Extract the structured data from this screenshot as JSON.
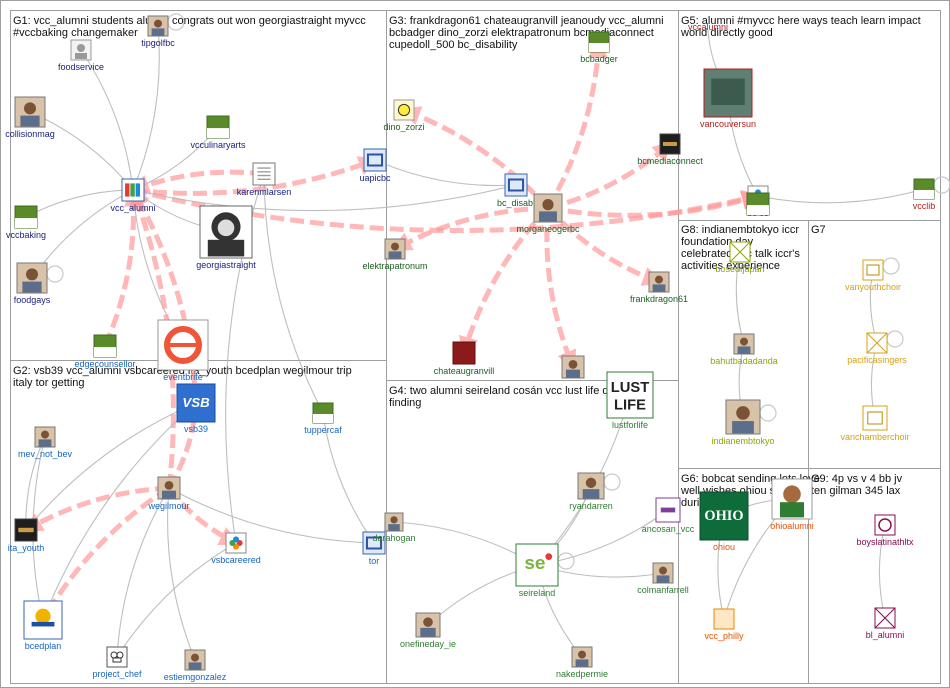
{
  "colors": {
    "g1": "#1a237e",
    "g2": "#1565c0",
    "g3": "#1b5e20",
    "g4": "#2e7d32",
    "g5": "#b71c1c",
    "g6": "#e65100",
    "g7": "#d4a017",
    "g8": "#8aa800",
    "g9": "#880e4f",
    "edge": "#b8b8b8",
    "strong_edge": "#ff9a9a",
    "frame": "#9e9e9e"
  },
  "groups": [
    {
      "id": "G1",
      "title_lines": [
        "G1: vcc_alumni students alumni congrats out won georgiastraight myvcc",
        "#vccbaking changemaker"
      ]
    },
    {
      "id": "G2",
      "title_lines": [
        "G2: vsb39 vcc_alumni vsbcareered ita_youth bcedplan wegilmour trip",
        "italy tor getting"
      ]
    },
    {
      "id": "G3",
      "title_lines": [
        "G3: frankdragon61 chateaugranvill jeanoudy vcc_alumni",
        "bcbadger dino_zorzi elektrapatronum bcmediaconnect",
        "cupedoll_500 bc_disability"
      ]
    },
    {
      "id": "G4",
      "title_lines": [
        "G4: two alumni seireland cosán vcc lust life day away",
        "finding"
      ]
    },
    {
      "id": "G5",
      "title_lines": [
        "G5: alumni #myvcc here ways teach learn impact",
        "world directly good"
      ]
    },
    {
      "id": "G6",
      "title_lines": [
        "G6: bobcat sending lots love",
        "well wishes ohiou students",
        "during finals"
      ]
    },
    {
      "id": "G7",
      "title_lines": [
        "G7"
      ]
    },
    {
      "id": "G8",
      "title_lines": [
        "G8: indianembtokyo iccr",
        "foundation day",
        "celebrated vcc talk iccr's",
        "activities experience"
      ]
    },
    {
      "id": "G9",
      "title_lines": [
        "G9: 4p vs v 4 bb jv",
        "ten gilman 345 lax"
      ]
    }
  ],
  "nodes": [
    {
      "id": "tipgolfbc",
      "label": "tipgolfbc",
      "group": "g1",
      "icon": "person-photo"
    },
    {
      "id": "foodservice",
      "label": "foodservice",
      "group": "g1",
      "icon": "person-silhouette"
    },
    {
      "id": "collisionmag",
      "label": "collisionmag",
      "group": "g1",
      "icon": "person-photo"
    },
    {
      "id": "vcculinaryarts",
      "label": "vcculinaryarts",
      "group": "g1",
      "icon": "logo-green"
    },
    {
      "id": "karenmlarsen",
      "label": "karenmlarsen",
      "group": "g1",
      "icon": "document"
    },
    {
      "id": "vcc_alumni",
      "label": "vcc_alumni",
      "group": "g1",
      "icon": "vcc-logo"
    },
    {
      "id": "vccbaking",
      "label": "vccbaking",
      "group": "g1",
      "icon": "logo-green"
    },
    {
      "id": "georgiastraight",
      "label": "georgiastraight",
      "group": "g1",
      "icon": "woodcut-portrait"
    },
    {
      "id": "foodgays",
      "label": "foodgays",
      "group": "g1",
      "icon": "person-photo"
    },
    {
      "id": "uapicbc",
      "label": "uapicbc",
      "group": "g1",
      "icon": "logo-blue"
    },
    {
      "id": "edgecounsellor",
      "label": "edgecounsellor",
      "group": "g2",
      "icon": "logo-green"
    },
    {
      "id": "eventbrite",
      "label": "eventbrite",
      "group": "g2",
      "icon": "eventbrite-e"
    },
    {
      "id": "vsb39",
      "label": "vsb39",
      "group": "g2",
      "icon": "vsb-logo"
    },
    {
      "id": "mev_not_bev",
      "label": "mev_not_bev",
      "group": "g2",
      "icon": "person-photo"
    },
    {
      "id": "tuppercaf",
      "label": "tuppercaf",
      "group": "g2",
      "icon": "logo-green"
    },
    {
      "id": "ita_youth",
      "label": "ita_youth",
      "group": "g2",
      "icon": "logo-dark"
    },
    {
      "id": "wegilmour",
      "label": "wegilmour",
      "group": "g2",
      "icon": "person-photo"
    },
    {
      "id": "vsbcareered",
      "label": "vsbcareered",
      "group": "g2",
      "icon": "colorful-logo"
    },
    {
      "id": "tor",
      "label": "tor",
      "group": "g2",
      "icon": "logo-blue"
    },
    {
      "id": "bcedplan",
      "label": "bcedplan",
      "group": "g2",
      "icon": "bc-logo"
    },
    {
      "id": "project_chef",
      "label": "project_chef",
      "group": "g2",
      "icon": "chef-hat"
    },
    {
      "id": "estiemgonzalez",
      "label": "estiemgonzalez",
      "group": "g2",
      "icon": "person-photo"
    },
    {
      "id": "dino_zorzi",
      "label": "dino_zorzi",
      "group": "g3",
      "icon": "cartoon"
    },
    {
      "id": "bcbadger",
      "label": "bcbadger",
      "group": "g3",
      "icon": "logo-green"
    },
    {
      "id": "bcmediaconnect",
      "label": "bcmediaconnect",
      "group": "g3",
      "icon": "logo-dark"
    },
    {
      "id": "bc_disability",
      "label": "bc_disabi",
      "group": "g3",
      "icon": "logo-blue"
    },
    {
      "id": "morganeogerbc",
      "label": "morganeogerbc",
      "group": "g3",
      "icon": "person-photo"
    },
    {
      "id": "elektrapatronum",
      "label": "elektrapatronum",
      "group": "g3",
      "icon": "person-photo"
    },
    {
      "id": "frankdragon61",
      "label": "frankdragon61",
      "group": "g3",
      "icon": "person-photo"
    },
    {
      "id": "chateaugranvill",
      "label": "chateaugranvill",
      "group": "g3",
      "icon": "logo-red"
    },
    {
      "id": "cupedoll",
      "label": "",
      "group": "g3",
      "icon": "person-photo"
    },
    {
      "id": "lustforlife",
      "label": "lustforlife",
      "group": "g4",
      "icon": "lust-life"
    },
    {
      "id": "ryandarren",
      "label": "ryandarren",
      "group": "g4",
      "icon": "person-photo"
    },
    {
      "id": "ancosan_vcc",
      "label": "ancosan_vcc",
      "group": "g4",
      "icon": "logo-purple"
    },
    {
      "id": "darahogan",
      "label": "darahogan",
      "group": "g4",
      "icon": "person-photo"
    },
    {
      "id": "seireland",
      "label": "seireland",
      "group": "g4",
      "icon": "se-logo"
    },
    {
      "id": "colmanfarrell",
      "label": "colmanfarrell",
      "group": "g4",
      "icon": "person-photo"
    },
    {
      "id": "onefineday_ie",
      "label": "onefineday_ie",
      "group": "g4",
      "icon": "person-photo"
    },
    {
      "id": "nakedpermie",
      "label": "nakedpermie",
      "group": "g4",
      "icon": "person-photo"
    },
    {
      "id": "vccalumni_g5",
      "label": "vccalumni",
      "group": "g5",
      "icon": "none"
    },
    {
      "id": "vancouversun",
      "label": "vancouversun",
      "group": "g5",
      "icon": "newspaper"
    },
    {
      "id": "bcjobs",
      "label": "bc    es",
      "group": "g5",
      "icon": "colorful-logo"
    },
    {
      "id": "vcclib",
      "label": "vcclib",
      "group": "g5",
      "icon": "logo-green"
    },
    {
      "id": "vcc_building",
      "label": "",
      "group": "g5",
      "icon": "logo-green"
    },
    {
      "id": "ohiou",
      "label": "ohiou",
      "group": "g6",
      "icon": "ohio-logo"
    },
    {
      "id": "ohioalumni",
      "label": "ohioalumni",
      "group": "g6",
      "icon": "mascot"
    },
    {
      "id": "vcc_philly",
      "label": "vcc_philly",
      "group": "g6",
      "icon": "logo-orange"
    },
    {
      "id": "vanyouthchoir",
      "label": "vanyouthchoir",
      "group": "g7",
      "icon": "choir"
    },
    {
      "id": "pacificasingers",
      "label": "pacificasingers",
      "group": "g7",
      "icon": "broken"
    },
    {
      "id": "vanchamberchoir",
      "label": "vanchamberchoir",
      "group": "g7",
      "icon": "choir"
    },
    {
      "id": "boseofjapan",
      "label": "boseofjapan",
      "group": "g8",
      "icon": "broken"
    },
    {
      "id": "bahutbadadanda",
      "label": "bahutbadadanda",
      "group": "g8",
      "icon": "person-photo"
    },
    {
      "id": "indianembtokyo",
      "label": "indianembtokyo",
      "group": "g8",
      "icon": "person-photo"
    },
    {
      "id": "boyslatinathltx",
      "label": "boyslatinathltx",
      "group": "g9",
      "icon": "crest"
    },
    {
      "id": "bl_alumni",
      "label": "bl_alumni",
      "group": "g9",
      "icon": "broken"
    }
  ],
  "edges": [
    {
      "from": "vcc_alumni",
      "to": "georgiastraight",
      "strong": false
    },
    {
      "from": "vcc_alumni",
      "to": "foodservice",
      "strong": false
    },
    {
      "from": "vcc_alumni",
      "to": "collisionmag",
      "strong": false
    },
    {
      "from": "vcc_alumni",
      "to": "vcculinaryarts",
      "strong": false
    },
    {
      "from": "vcc_alumni",
      "to": "vccbaking",
      "strong": false
    },
    {
      "from": "vcc_alumni",
      "to": "foodgays",
      "strong": false
    },
    {
      "from": "vcc_alumni",
      "to": "tipgolfbc",
      "strong": false
    },
    {
      "from": "vcc_alumni",
      "to": "eventbrite",
      "strong": false
    },
    {
      "from": "karenmlarsen",
      "to": "vcc_alumni",
      "strong": true
    },
    {
      "from": "vcc_alumni",
      "to": "uapicbc",
      "strong": true
    },
    {
      "from": "vcc_alumni",
      "to": "bcjobs",
      "strong": true
    },
    {
      "from": "vcc_alumni",
      "to": "bc_disability",
      "strong": false
    },
    {
      "from": "wegilmour",
      "to": "vcc_alumni",
      "strong": true
    },
    {
      "from": "vsb39",
      "to": "vcc_alumni",
      "strong": true
    },
    {
      "from": "edgecounsellor",
      "to": "vcc_alumni",
      "strong": true
    },
    {
      "from": "karenmlarsen",
      "to": "vsbcareered",
      "strong": false
    },
    {
      "from": "karenmlarsen",
      "to": "tuppercaf",
      "strong": false
    },
    {
      "from": "wegilmour",
      "to": "vsb39",
      "strong": true
    },
    {
      "from": "wegilmour",
      "to": "ita_youth",
      "strong": true
    },
    {
      "from": "wegilmour",
      "to": "vsbcareered",
      "strong": true
    },
    {
      "from": "wegilmour",
      "to": "bcedplan",
      "strong": true
    },
    {
      "from": "wegilmour",
      "to": "tor",
      "strong": false
    },
    {
      "from": "wegilmour",
      "to": "project_chef",
      "strong": false
    },
    {
      "from": "wegilmour",
      "to": "estiemgonzalez",
      "strong": false
    },
    {
      "from": "vsb39",
      "to": "bcedplan",
      "strong": false
    },
    {
      "from": "vsb39",
      "to": "ita_youth",
      "strong": false
    },
    {
      "from": "mev_not_bev",
      "to": "ita_youth",
      "strong": false
    },
    {
      "from": "mev_not_bev",
      "to": "bcedplan",
      "strong": false
    },
    {
      "from": "tuppercaf",
      "to": "tor",
      "strong": false
    },
    {
      "from": "vsbcareered",
      "to": "project_chef",
      "strong": false
    },
    {
      "from": "morganeogerbc",
      "to": "dino_zorzi",
      "strong": true
    },
    {
      "from": "morganeogerbc",
      "to": "bcbadger",
      "strong": true
    },
    {
      "from": "morganeogerbc",
      "to": "bcmediaconnect",
      "strong": true
    },
    {
      "from": "morganeogerbc",
      "to": "frankdragon61",
      "strong": true
    },
    {
      "from": "morganeogerbc",
      "to": "elektrapatronum",
      "strong": true
    },
    {
      "from": "morganeogerbc",
      "to": "chateaugranvill",
      "strong": true
    },
    {
      "from": "morganeogerbc",
      "to": "cupedoll",
      "strong": true
    },
    {
      "from": "morganeogerbc",
      "to": "bcjobs",
      "strong": true
    },
    {
      "from": "uapicbc",
      "to": "bc_disability",
      "strong": false
    },
    {
      "from": "seireland",
      "to": "darahogan",
      "strong": false
    },
    {
      "from": "seireland",
      "to": "ryandarren",
      "strong": false
    },
    {
      "from": "seireland",
      "to": "ancosan_vcc",
      "strong": false
    },
    {
      "from": "seireland",
      "to": "colmanfarrell",
      "strong": false
    },
    {
      "from": "seireland",
      "to": "onefineday_ie",
      "strong": false
    },
    {
      "from": "seireland",
      "to": "nakedpermie",
      "strong": false
    },
    {
      "from": "seireland",
      "to": "lustforlife",
      "strong": false
    },
    {
      "from": "vccalumni_g5",
      "to": "vancouversun",
      "strong": false
    },
    {
      "from": "vancouversun",
      "to": "bcjobs",
      "strong": false
    },
    {
      "from": "bcjobs",
      "to": "vcclib",
      "strong": false
    },
    {
      "from": "ohioalumni",
      "to": "ohiou",
      "strong": false
    },
    {
      "from": "ohiou",
      "to": "vcc_philly",
      "strong": false
    },
    {
      "from": "ohioalumni",
      "to": "vcc_philly",
      "strong": false
    },
    {
      "from": "vanyouthchoir",
      "to": "pacificasingers",
      "strong": false
    },
    {
      "from": "pacificasingers",
      "to": "vanchamberchoir",
      "strong": false
    },
    {
      "from": "boseofjapan",
      "to": "bahutbadadanda",
      "strong": false
    },
    {
      "from": "bahutbadadanda",
      "to": "indianembtokyo",
      "strong": false
    },
    {
      "from": "boyslatinathltx",
      "to": "bl_alumni",
      "strong": false
    }
  ]
}
